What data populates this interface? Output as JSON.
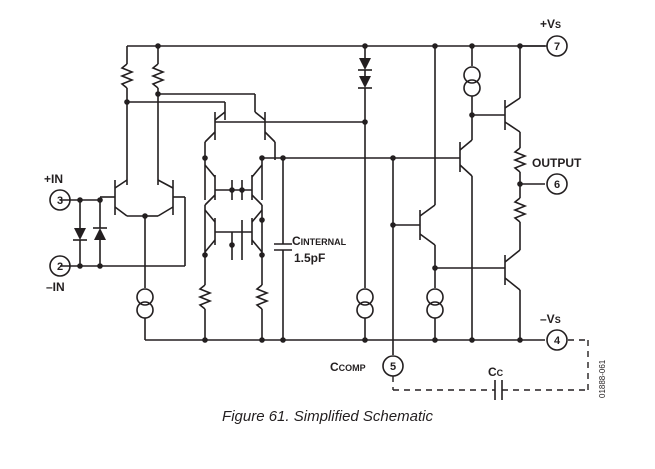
{
  "pins": [
    {
      "number": "7",
      "label_main": "+V",
      "label_sub": "S"
    },
    {
      "number": "6",
      "label_main": "OUTPUT",
      "label_sub": ""
    },
    {
      "number": "4",
      "label_main": "–V",
      "label_sub": "S"
    },
    {
      "number": "3",
      "label_main": "+IN",
      "label_sub": ""
    },
    {
      "number": "2",
      "label_main": "–IN",
      "label_sub": ""
    },
    {
      "number": "5",
      "label_main": "C",
      "label_sub": "COMP"
    }
  ],
  "cap_internal": {
    "name_main": "C",
    "name_sub": "INTERNAL",
    "value": "1.5pF"
  },
  "cap_external": {
    "name_main": "C",
    "name_sub": "C"
  },
  "side_code": "01888-061",
  "caption": "Figure 61. Simplified Schematic"
}
